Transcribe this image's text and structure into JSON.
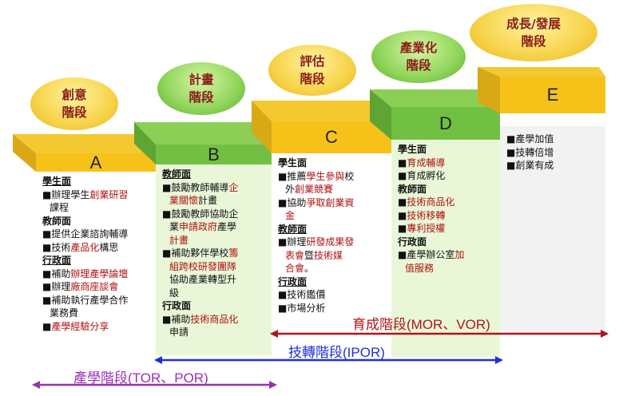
{
  "stages": [
    {
      "key": "A",
      "letter": "A",
      "bubble_lines": [
        "創意",
        "階段"
      ],
      "bubble_color": "yellow"
    },
    {
      "key": "B",
      "letter": "B",
      "bubble_lines": [
        "計畫",
        "階段"
      ],
      "bubble_color": "green"
    },
    {
      "key": "C",
      "letter": "C",
      "bubble_lines": [
        "評估",
        "階段"
      ],
      "bubble_color": "yellow"
    },
    {
      "key": "D",
      "letter": "D",
      "bubble_lines": [
        "產業化",
        "階段"
      ],
      "bubble_color": "green"
    },
    {
      "key": "E",
      "letter": "E",
      "bubble_lines": [
        "成長/發展",
        "階段"
      ],
      "bubble_color": "yellow"
    }
  ],
  "panels": {
    "A": [
      {
        "t": "學生面",
        "style": "sec u"
      },
      {
        "t": "■辦理學生",
        "red": "創業研習",
        "style": "line"
      },
      {
        "t": "課程",
        "style": "indent"
      },
      {
        "t": "教師面",
        "style": "sec"
      },
      {
        "t": "■提供企業諮詢輔導",
        "style": "line"
      },
      {
        "t": "■技術",
        "red": "產品化",
        "tail": "構思",
        "style": "line"
      },
      {
        "t": "行政面",
        "style": "sec u"
      },
      {
        "t": "■補助",
        "red": "辦理產學論壇",
        "style": "line"
      },
      {
        "t": "■辦理",
        "red": "廠商座談會",
        "style": "line"
      },
      {
        "t": "■補助執行產學合作",
        "style": "line"
      },
      {
        "t": "業務費",
        "style": "indent"
      },
      {
        "t": "■",
        "red": "產學經驗分享",
        "style": "line"
      }
    ],
    "B": [
      {
        "t": "教師面",
        "style": "sec u"
      },
      {
        "t": "■鼓勵教師輔導",
        "red": "企",
        "style": "line"
      },
      {
        "t": "",
        "red": "業關懷",
        "tail": "計畫",
        "style": "indent"
      },
      {
        "t": "■鼓勵教師協助企",
        "style": "line"
      },
      {
        "t": "業",
        "red": "申請政府",
        "tail": "產學",
        "style": "indent"
      },
      {
        "t": "",
        "red": "計畫",
        "style": "indent"
      },
      {
        "t": "■補助夥伴學校",
        "red": "籌",
        "style": "line"
      },
      {
        "t": "",
        "red": "組跨校研發團隊",
        "style": "indent"
      },
      {
        "t": "協助產業轉型升",
        "style": "indent"
      },
      {
        "t": "級",
        "style": "indent"
      },
      {
        "t": "行政面",
        "style": "sec"
      },
      {
        "t": "■補助",
        "red": "技術商品化",
        "style": "line"
      },
      {
        "t": "申請",
        "style": "indent"
      }
    ],
    "C": [
      {
        "t": "學生面",
        "style": "sec"
      },
      {
        "t": "■推薦",
        "red": "學生參與",
        "tail": "校",
        "style": "line"
      },
      {
        "t": "外",
        "red": "創業競賽",
        "style": "indent"
      },
      {
        "t": "■協助",
        "red": "爭取創業資",
        "style": "line"
      },
      {
        "t": "",
        "red": "金",
        "style": "indent"
      },
      {
        "t": "教師面",
        "style": "sec u"
      },
      {
        "t": "■辦理",
        "red": "研發成果發",
        "style": "line"
      },
      {
        "t": "",
        "red": "表會",
        "tail": "暨",
        "red2": "技術媒",
        "style": "indent"
      },
      {
        "t": "",
        "red": "合會",
        "tail": "。",
        "style": "indent"
      },
      {
        "t": "行政面",
        "style": "sec u"
      },
      {
        "t": "■技術鑑價",
        "style": "line"
      },
      {
        "t": "■市場分析",
        "style": "line"
      }
    ],
    "D": [
      {
        "t": "學生面",
        "style": "sec"
      },
      {
        "t": "■",
        "red": "育成輔導",
        "style": "line"
      },
      {
        "t": "■育成孵化",
        "style": "line"
      },
      {
        "t": "教師面",
        "style": "sec"
      },
      {
        "t": "■",
        "red": "技術商品化",
        "style": "line"
      },
      {
        "t": "■",
        "red": "技術移轉",
        "style": "line"
      },
      {
        "t": "■",
        "red": "專利授權",
        "style": "line"
      },
      {
        "t": "行政面",
        "style": "sec"
      },
      {
        "t": "■產學辦公室",
        "red": "加",
        "style": "line"
      },
      {
        "t": "",
        "red": "值服務",
        "style": "indent"
      }
    ],
    "E": [
      {
        "t": "■產學加值",
        "style": "line"
      },
      {
        "t": "■技轉倍增",
        "style": "line"
      },
      {
        "t": "■創業有成",
        "style": "line"
      }
    ]
  },
  "arrows": {
    "mor": "育成階段(MOR、VOR)",
    "ipor": "技轉階段(IPOR)",
    "tor": "產學階段(TOR、POR)"
  },
  "colors": {
    "yellow_top": "#f4c830",
    "yellow_front": "#f6c21a",
    "green_top": "#8ccf56",
    "green_front": "#72c043",
    "panel_green": "#e9f7d8",
    "panel_white": "#ffffff",
    "mor_arrow": "#b0151a",
    "ipor_arrow": "#1f2fd6",
    "tor_arrow": "#9b2fb5"
  }
}
